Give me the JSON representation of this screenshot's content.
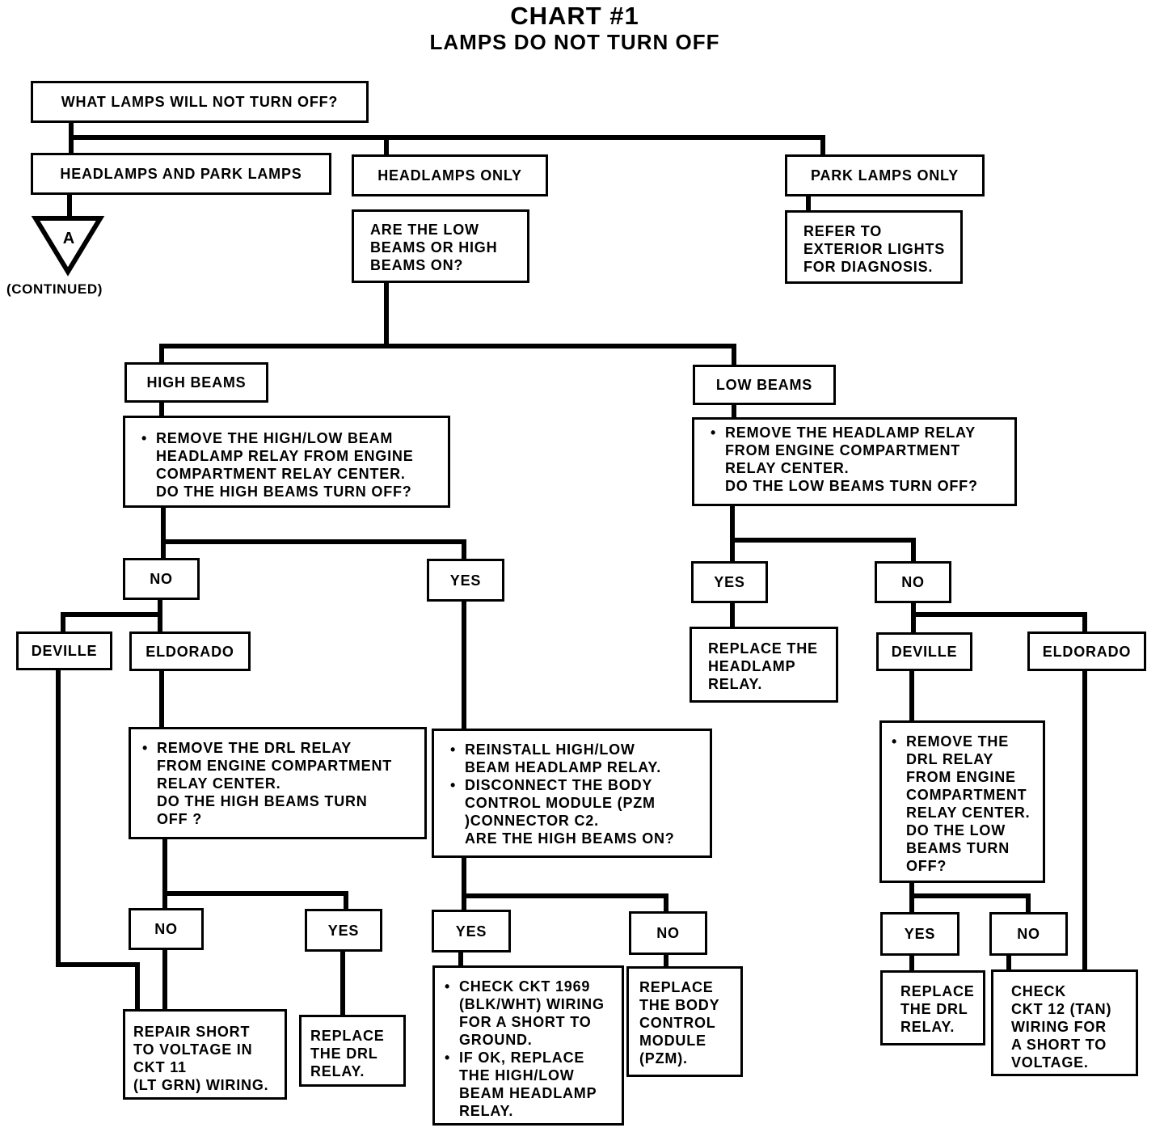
{
  "title": "CHART #1",
  "subtitle": "LAMPS DO NOT TURN OFF",
  "nodes": {
    "what_lamps": "WHAT LAMPS WILL NOT TURN OFF?",
    "headlamps_park": "HEADLAMPS AND PARK LAMPS",
    "headlamps_only": "HEADLAMPS ONLY",
    "park_only": "PARK LAMPS ONLY",
    "park_refer": "REFER TO\nEXTERIOR LIGHTS\nFOR DIAGNOSIS.",
    "low_or_high": "ARE THE LOW\nBEAMS OR HIGH\nBEAMS ON?",
    "connector_label": "A",
    "continued": "(CONTINUED)",
    "high_beams": "HIGH BEAMS",
    "low_beams": "LOW BEAMS",
    "high_remove": "REMOVE THE HIGH/LOW BEAM\nHEADLAMP RELAY FROM ENGINE\nCOMPARTMENT RELAY CENTER.\nDO THE HIGH BEAMS TURN OFF?",
    "low_remove": "REMOVE THE HEADLAMP RELAY\nFROM ENGINE COMPARTMENT\nRELAY CENTER.\nDO THE LOW BEAMS TURN OFF?",
    "hb_no": "NO",
    "hb_yes": "YES",
    "lb_yes": "YES",
    "lb_no": "NO",
    "hb_deville": "DEVILLE",
    "hb_eldorado": "ELDORADO",
    "lb_deville": "DEVILLE",
    "lb_eldorado": "ELDORADO",
    "lb_replace_relay": "REPLACE THE\nHEADLAMP\nRELAY.",
    "hb_drl_remove": "REMOVE THE DRL RELAY\nFROM ENGINE COMPARTMENT\nRELAY CENTER.\nDO THE HIGH BEAMS TURN\nOFF ?",
    "hb_reinstall_1": "REINSTALL HIGH/LOW\nBEAM HEADLAMP RELAY.",
    "hb_reinstall_2": "DISCONNECT THE BODY\nCONTROL MODULE (PZM\n)CONNECTOR C2.\nARE THE HIGH BEAMS ON?",
    "lb_drl_remove": "REMOVE THE\nDRL RELAY\nFROM ENGINE\nCOMPARTMENT\nRELAY CENTER.\nDO THE LOW\nBEAMS TURN\nOFF?",
    "drl_no": "NO",
    "drl_yes": "YES",
    "pzm_yes": "YES",
    "pzm_no": "NO",
    "lb_drl_yes": "YES",
    "lb_drl_no": "NO",
    "repair_short": "REPAIR SHORT\nTO VOLTAGE IN\nCKT 11\n(LT GRN) WIRING.",
    "replace_drl_hb": "REPLACE\nTHE DRL\nRELAY.",
    "check_ckt_1": "CHECK CKT 1969\n(BLK/WHT) WIRING\nFOR A SHORT TO\nGROUND.",
    "check_ckt_2": "IF OK, REPLACE\nTHE HIGH/LOW\nBEAM HEADLAMP\nRELAY.",
    "replace_bcm": "REPLACE\nTHE BODY\nCONTROL\nMODULE\n(PZM).",
    "replace_drl_lb": "REPLACE\nTHE DRL\nRELAY.",
    "check_ckt12": "CHECK\nCKT 12 (TAN)\nWIRING FOR\nA SHORT TO\nVOLTAGE."
  }
}
